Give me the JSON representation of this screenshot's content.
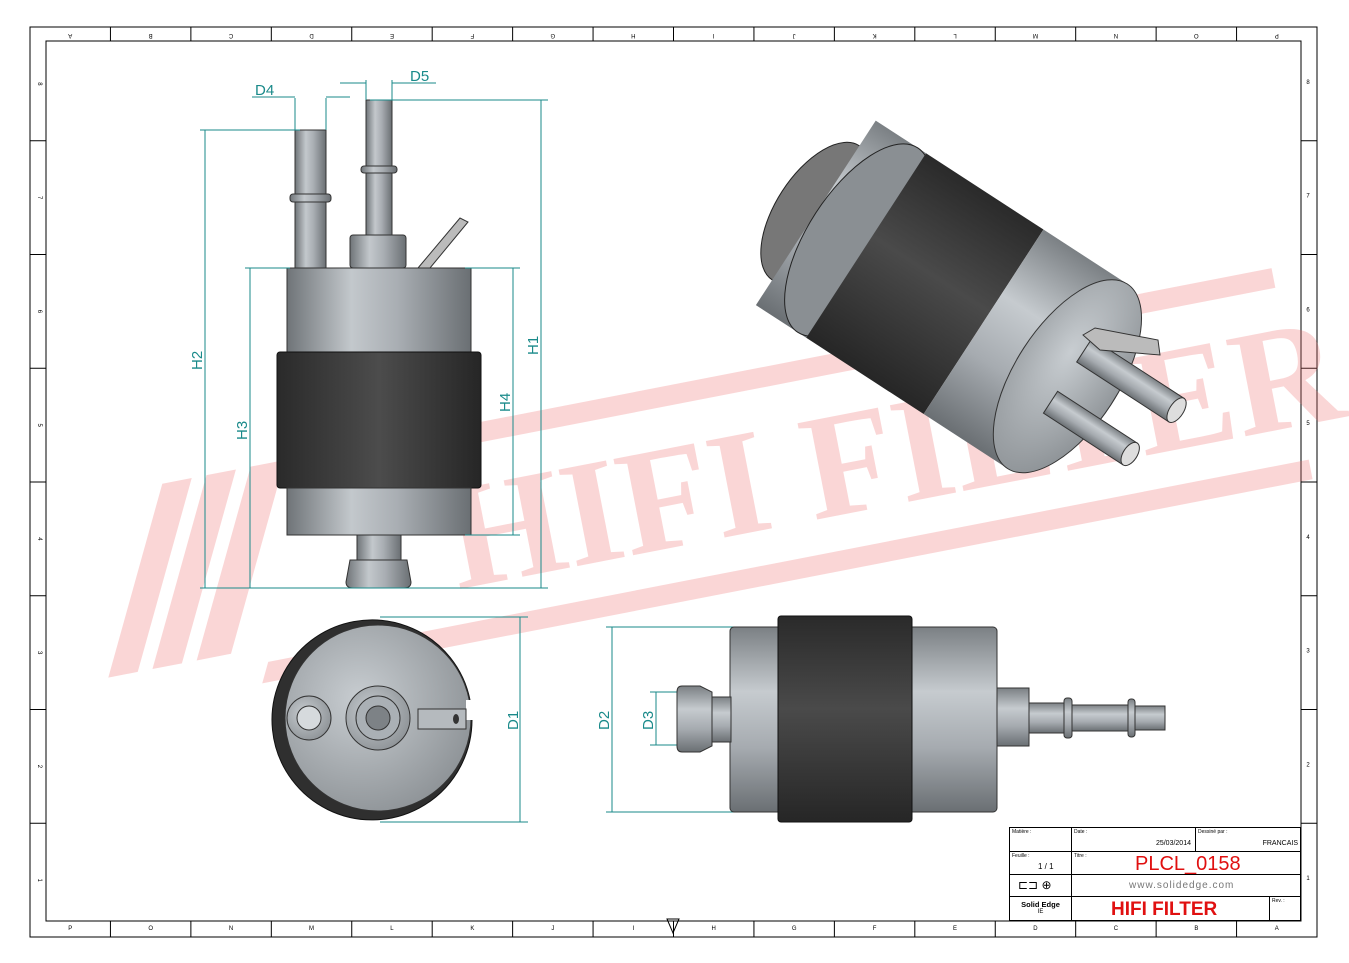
{
  "drawing": {
    "zones_columns": [
      "P",
      "O",
      "N",
      "M",
      "L",
      "K",
      "J",
      "I",
      "H",
      "G",
      "F",
      "E",
      "D",
      "C",
      "B",
      "A"
    ],
    "zones_rows": [
      "8",
      "7",
      "6",
      "5",
      "4",
      "3",
      "2",
      "1"
    ],
    "dimensions": [
      "D4",
      "D5",
      "H1",
      "H2",
      "H3",
      "H4",
      "D1",
      "D2",
      "D3"
    ],
    "watermark": "HIFI FILTER",
    "colors": {
      "dimension": "#1a8a8a",
      "title_red": "#e01010",
      "watermark": "#f4a0a0"
    }
  },
  "title_block": {
    "material_label": "Matière :",
    "date_label": "Date :",
    "date": "25/03/2014",
    "drawn_by_label": "Dessiné par :",
    "drawn_by": "FRANCAIS",
    "sheet_label": "Feuille :",
    "sheet": "1 / 1",
    "title_label": "Titre :",
    "title": "PLCL_0158",
    "website": "www.solidedge.com",
    "software": "Solid Edge",
    "software_sub": "IE",
    "company": "HIFI FILTER",
    "rev_label": "Rev. :"
  }
}
